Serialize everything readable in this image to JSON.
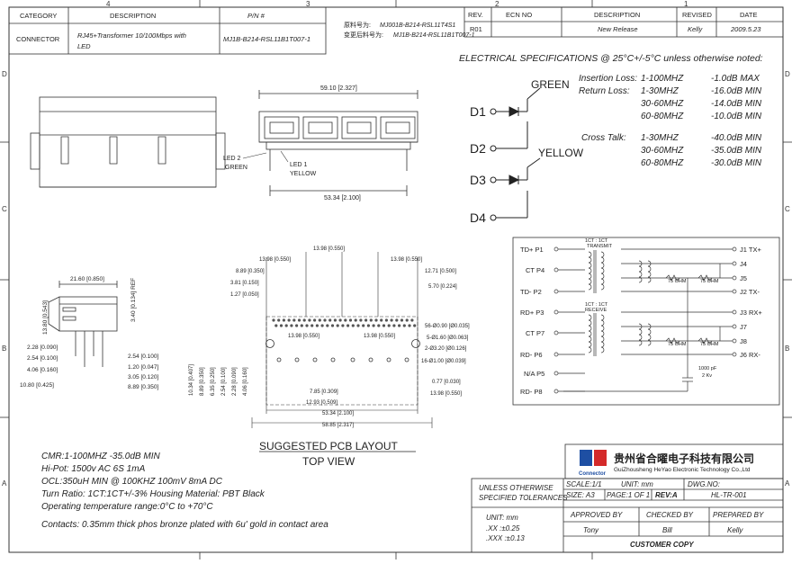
{
  "border": {
    "cols_top": [
      "4",
      "3",
      "2",
      "1"
    ],
    "rows_left": [
      "D",
      "C",
      "B",
      "A"
    ],
    "rows_right": [
      "D",
      "C",
      "B",
      "A"
    ]
  },
  "header_table": {
    "headers": [
      "CATEGORY",
      "DESCRIPTION",
      "P/N #"
    ],
    "row": [
      "CONNECTOR",
      "RJ45+Transformer 10/100Mbps with",
      "LED",
      "MJ1B-B214-RSL11B1T007-1"
    ]
  },
  "part_change": {
    "original_label": "原料号为:",
    "original_value": "MJ001B-B214-RSL11T4S1",
    "changed_label": "变更后料号为:",
    "changed_value": "MJ1B-B214-RSL11B1T007-1"
  },
  "revision_table": {
    "headers": [
      "REV.",
      "ECN NO",
      "DESCRIPTION",
      "REVISED",
      "DATE"
    ],
    "row": [
      "R01",
      "",
      "New Release",
      "Kelly",
      "2009.5.23"
    ]
  },
  "electrical": {
    "title": "ELECTRICAL SPECIFICATIONS @ 25°C+/-5°C unless otherwise noted:",
    "lines": [
      [
        "Insertion Loss:",
        "1-100MHZ",
        "-1.0dB MAX"
      ],
      [
        "Return Loss:",
        "1-30MHZ",
        "-16.0dB MIN"
      ],
      [
        "",
        "30-60MHZ",
        "-14.0dB MIN"
      ],
      [
        "",
        "60-80MHZ",
        "-10.0dB MIN"
      ],
      [
        "Cross Talk:",
        "1-30MHZ",
        "-40.0dB MIN"
      ],
      [
        "",
        "30-60MHZ",
        "-35.0dB MIN"
      ],
      [
        "",
        "60-80MHZ",
        "-30.0dB MIN"
      ]
    ]
  },
  "led": {
    "green": "GREEN",
    "yellow": "YELLOW",
    "pins": [
      "D1",
      "D2",
      "D3",
      "D4"
    ]
  },
  "front_view": {
    "dim_width": "59.10 [2.327]",
    "dim_inner": "53.34 [2.100]",
    "led2": "LED 2",
    "led2_color": "GREEN",
    "led1": "LED 1",
    "led1_color": "YELLOW"
  },
  "side_view": {
    "dims": [
      "21.60 [0.850]",
      "3.40 [0.134] REF",
      "13.80 [0.543]",
      "2.28 [0.090]",
      "2.54 [0.100]",
      "4.06 [0.160]",
      "10.80 [0.425]",
      "2.54 [0.100]",
      "1.20 [0.047]",
      "3.05 [0.120]",
      "8.89 [0.350]"
    ]
  },
  "pcb": {
    "dims_top": [
      "13.98 [0.550]",
      "13.98 [0.550]",
      "13.98 [0.550]",
      "8.89 [0.350]",
      "3.81 [0.150]",
      "1.27 [0.050]",
      "12.71 [0.500]",
      "5.70 [0.224]"
    ],
    "dims_mid": [
      "13.98 [0.550]",
      "13.98 [0.550]"
    ],
    "dims_right": [
      "56-Ø0.90 [Ø0.035]",
      "5-Ø1.60 [Ø0.063]",
      "2-Ø3.20 [Ø0.126]",
      "16-Ø1.00 [Ø0.039]",
      "0.77 [0.030]",
      "13.98 [0.550]"
    ],
    "dims_left": [
      "10.34 [0.407]",
      "8.89 [0.350]",
      "6.35 [0.250]",
      "2.54 [0.100]",
      "2.28 [0.090]",
      "4.06 [0.160]"
    ],
    "dims_bottom": [
      "7.85 [0.309]",
      "12.93 [0.509]",
      "53.34 [2.100]",
      "58.85 [2.317]"
    ],
    "title": "SUGGESTED PCB LAYOUT",
    "subtitle": "TOP VIEW"
  },
  "schematic": {
    "left_pins": [
      "TD+ P1",
      "CT P4",
      "TD- P2",
      "RD+ P3",
      "CT P7",
      "RD- P6",
      "N/A P5",
      "RD- P8"
    ],
    "right_pins": [
      "J1 TX+",
      "J4",
      "J5",
      "J2 TX-",
      "J3 RX+",
      "J7",
      "J8",
      "J6 RX-"
    ],
    "transmit": "1CT : 1CT",
    "transmit_label": "TRANSMIT",
    "receive": "1CT : 1CT",
    "receive_label": "RECEIVE",
    "ohm": "75 OHM",
    "cap": "1000 pF",
    "cap_kv": "2 Kv"
  },
  "notes": [
    "CMR:1-100MHZ   -35.0dB MIN",
    "Hi-Pot:  1500v AC 6S 1mA",
    "OCL:350uH MIN @ 100KHZ 100mV 8mA DC",
    "Turn Ratio: 1CT:1CT+/-3%     Housing Material: PBT Black",
    "Operating temperature range:0°C to +70°C",
    "Contacts: 0.35mm thick phos bronze plated with 6u' gold in contact area"
  ],
  "company": {
    "name_cn": "贵州省合曜电子科技有限公司",
    "name_en": "GuiZhousheng HeYao Electronic Technology Co.,Ltd",
    "logo_text": "Connector"
  },
  "title_block": {
    "unless": "UNLESS OTHERWISE",
    "specified": "SPECIFIED TOLERANCES",
    "scale": "SCALE:1/1",
    "unit": "UNIT: mm",
    "dwg_no_label": "DWG.NO:",
    "size": "SIZE: A3",
    "page": "PAGE:1 OF 1",
    "rev": "REV:A",
    "dwg_no": "HL-TR-001",
    "unit2": "UNIT: mm",
    "tol1": ".XX   :±0.25",
    "tol2": ".XXX  :±0.13",
    "approved": "APPROVED BY",
    "checked": "CHECKED BY",
    "prepared": "PREPARED BY",
    "approved_name": "Tony",
    "checked_name": "Bill",
    "prepared_name": "Kelly",
    "copy": "CUSTOMER COPY"
  }
}
